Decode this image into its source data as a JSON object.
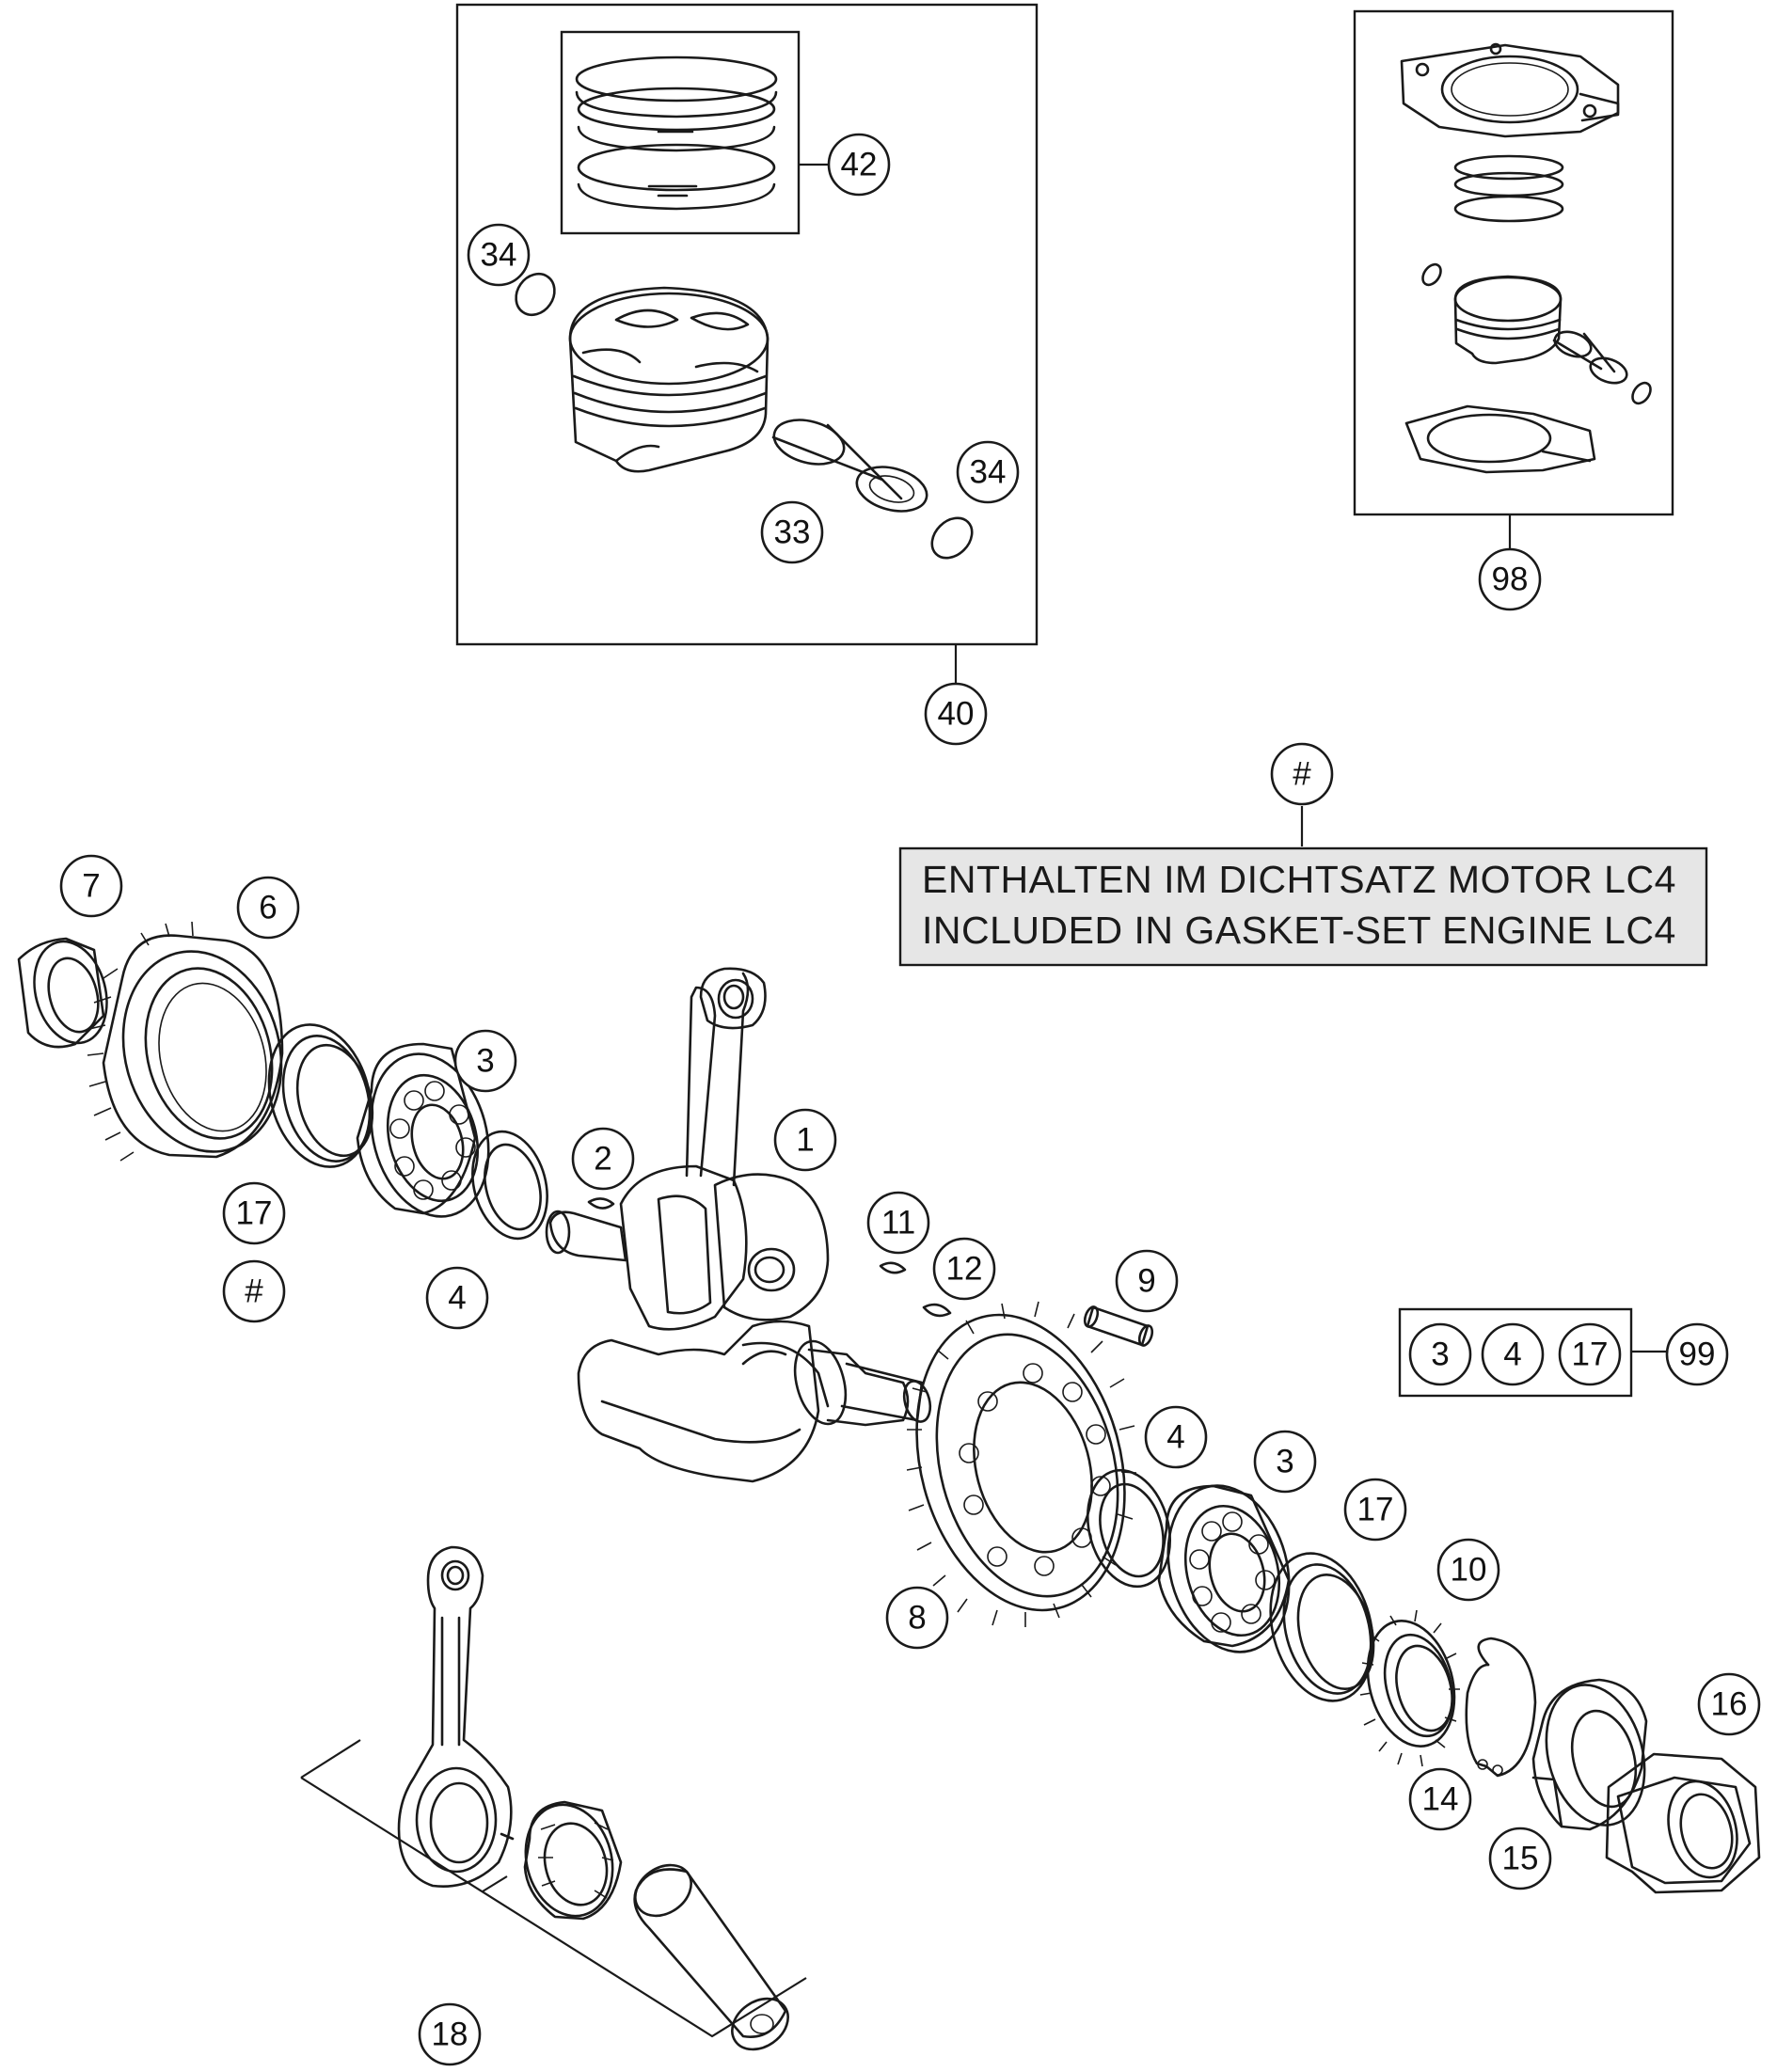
{
  "note": {
    "marker": "#",
    "line_de": "ENTHALTEN IM DICHTSATZ MOTOR LC4",
    "line_en": "INCLUDED IN GASKET-SET ENGINE LC4"
  },
  "callouts": {
    "c42": "42",
    "c34a": "34",
    "c34b": "34",
    "c33": "33",
    "c40": "40",
    "c98": "98",
    "c7": "7",
    "c6": "6",
    "c3a": "3",
    "c17a": "17",
    "ha": "#",
    "c4a": "4",
    "c2": "2",
    "c1": "1",
    "c11": "11",
    "c12": "12",
    "c9": "9",
    "k3": "3",
    "k4": "4",
    "k17": "17",
    "c99": "99",
    "c4b": "4",
    "c3b": "3",
    "c17b": "17",
    "c10": "10",
    "c8": "8",
    "c16": "16",
    "c14": "14",
    "c15": "15",
    "c18": "18"
  }
}
